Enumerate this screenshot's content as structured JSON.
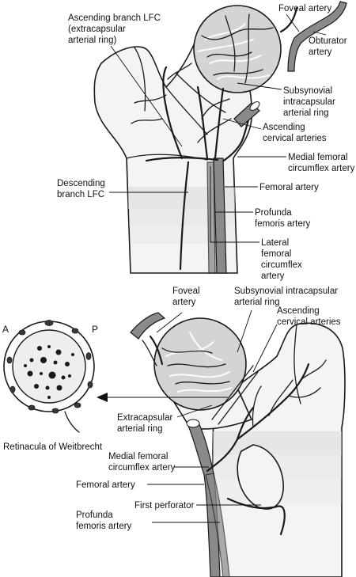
{
  "top_figure": {
    "labels": {
      "foveal_artery": "Foveal artery",
      "obturator_artery_1": "Obturator",
      "obturator_artery_2": "artery",
      "ascending_branch_lfc_1": "Ascending branch LFC",
      "ascending_branch_lfc_2": "(extracapsular",
      "ascending_branch_lfc_3": "arterial ring)",
      "subsynovial_1": "Subsynovial",
      "subsynovial_2": "intracapsular",
      "subsynovial_3": "arterial ring",
      "ascending_cervical_1": "Ascending",
      "ascending_cervical_2": "cervical arteries",
      "medial_femoral_1": "Medial femoral",
      "medial_femoral_2": "circumflex artery",
      "descending_lfc_1": "Descending",
      "descending_lfc_2": "branch LFC",
      "femoral_artery": "Femoral artery",
      "profunda_1": "Profunda",
      "profunda_2": "femoris artery",
      "lateral_femoral_1": "Lateral",
      "lateral_femoral_2": "femoral",
      "lateral_femoral_3": "circumflex",
      "lateral_femoral_4": "artery"
    }
  },
  "bottom_figure": {
    "labels": {
      "foveal_1": "Foveal",
      "foveal_2": "artery",
      "subsynovial_1": "Subsynovial intracapsular",
      "subsynovial_2": "arterial ring",
      "ascending_cervical_1": "Ascending",
      "ascending_cervical_2": "cervical arteries",
      "extracapsular_1": "Extracapsular",
      "extracapsular_2": "arterial ring",
      "medial_femoral_1": "Medial femoral",
      "medial_femoral_2": "circumflex artery",
      "femoral_artery": "Femoral artery",
      "first_perforator": "First perforator",
      "profunda_1": "Profunda",
      "profunda_2": "femoris artery"
    }
  },
  "cross_section": {
    "letter_a": "A",
    "letter_p": "P",
    "caption": "Retinacula of Weitbrecht"
  }
}
